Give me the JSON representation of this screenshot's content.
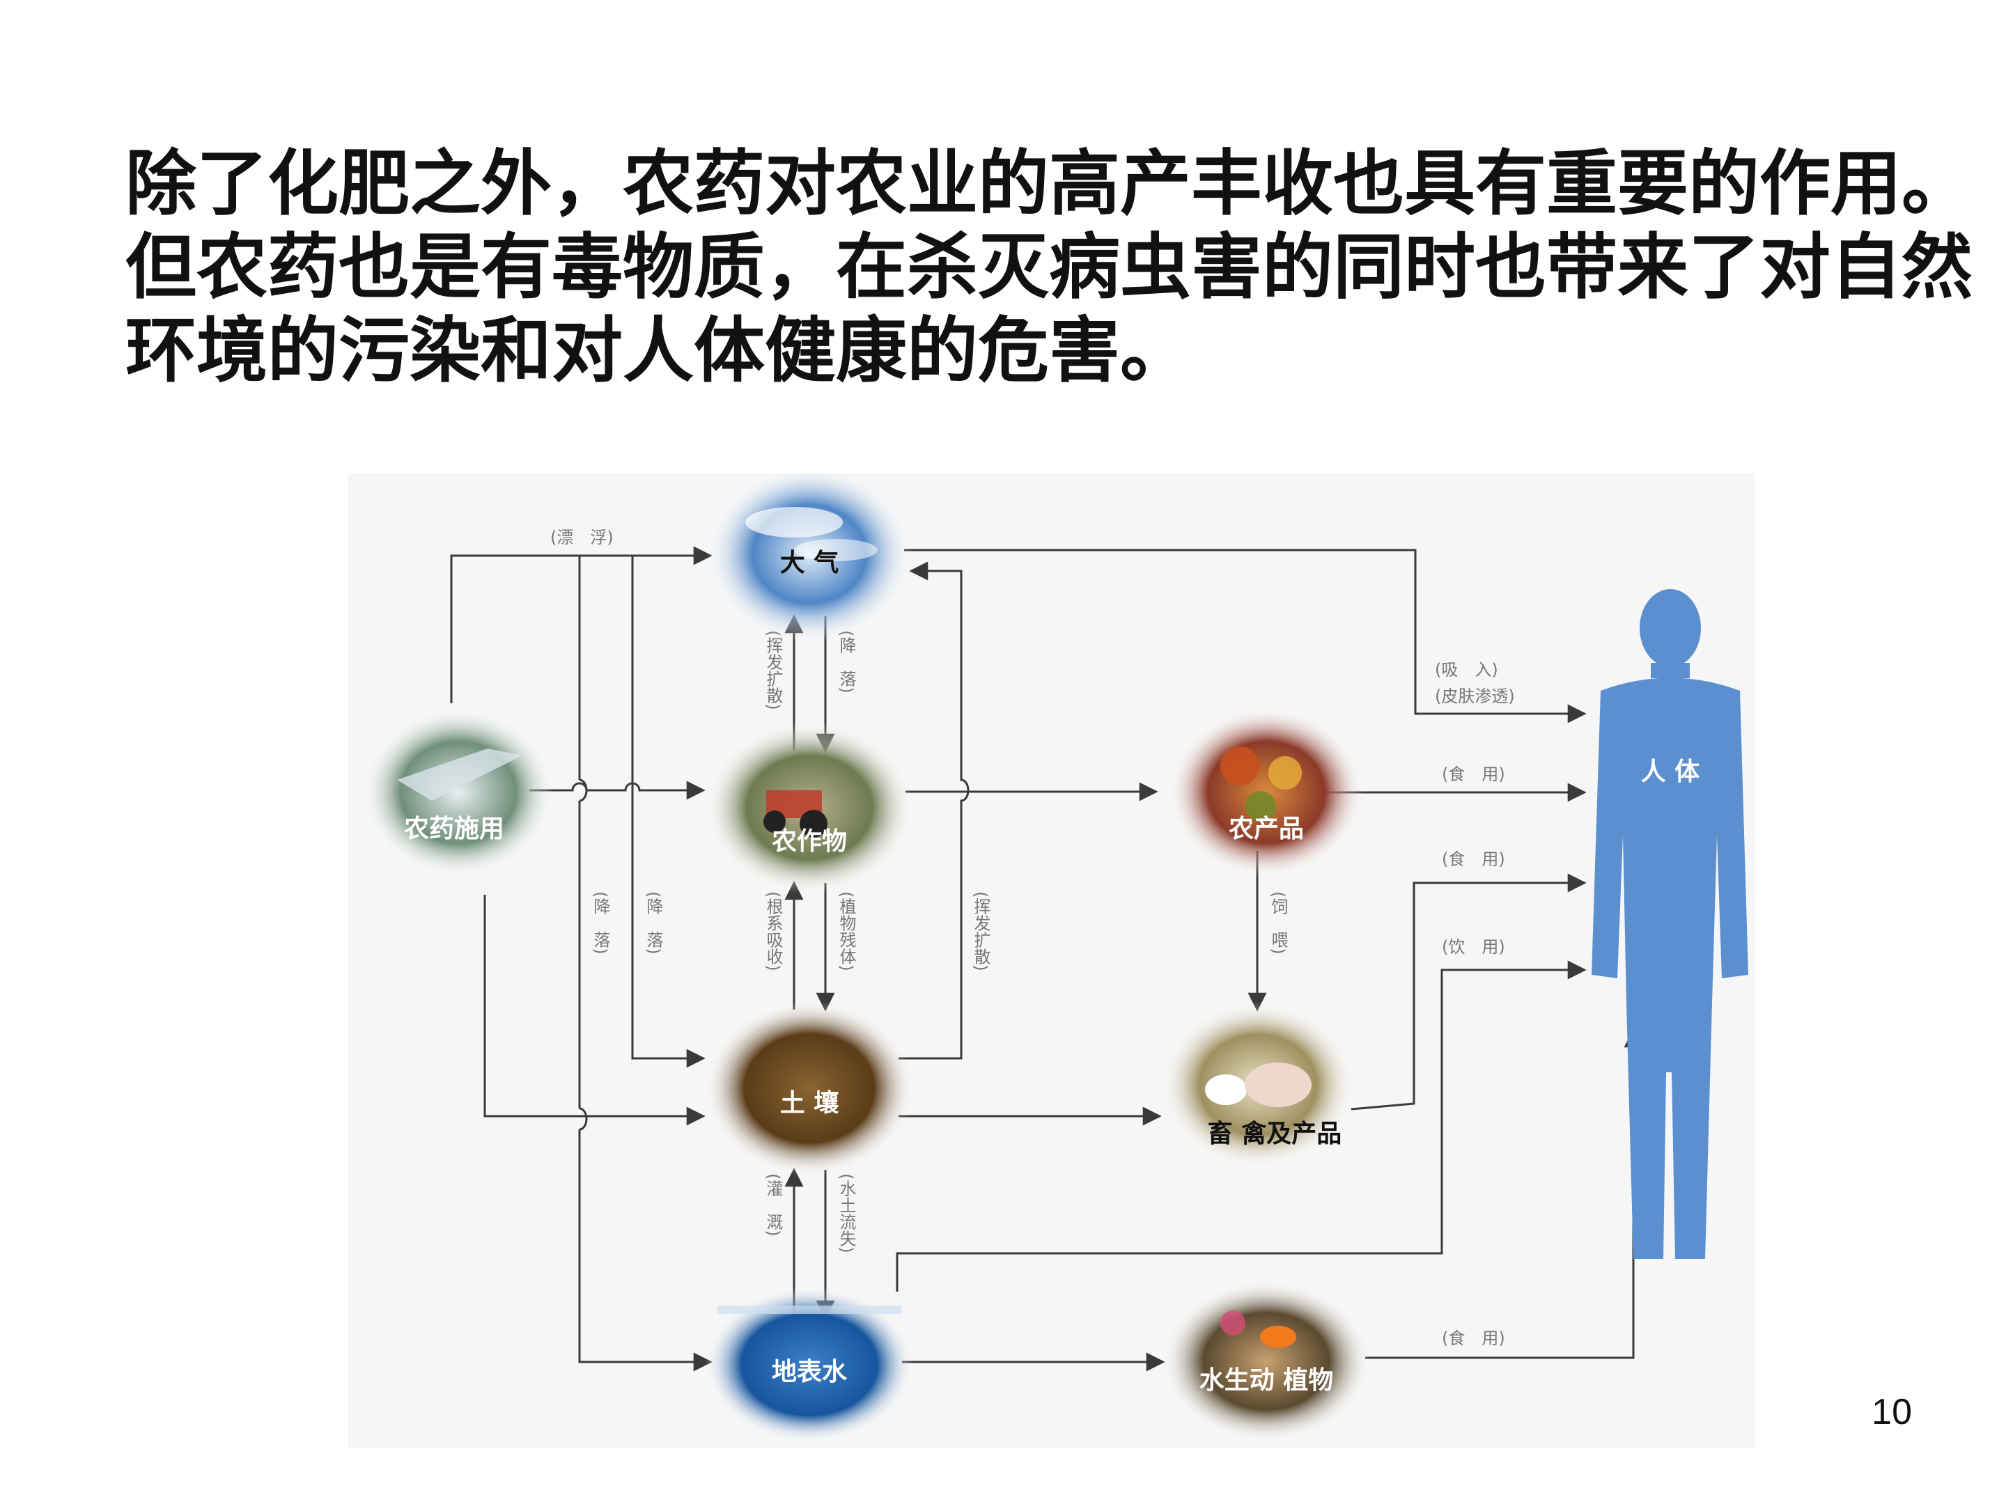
{
  "paragraph": {
    "line1": "除了化肥之外，农药对农业的高产丰收也具有重要的作用。",
    "line2": "但农药也是有毒物质，在杀灭病虫害的同时也带来了对自然",
    "line3": "环境的污染和对人体健康的危害。"
  },
  "diagram": {
    "nodes": {
      "atmosphere": "大 气",
      "pesticide_use": "农药施用",
      "crops": "农作物",
      "soil": "土 壤",
      "surface_water": "地表水",
      "agri_products": "农产品",
      "livestock": "畜 禽及产品",
      "aquatic": "水生动 植物",
      "human": "人 体"
    },
    "edge_labels": {
      "drift": "(漂　浮)",
      "volatilize_diffuse": "(挥发扩散)",
      "fall_down": "(降　落)",
      "inhale": "(吸　入)",
      "skin_penetrate": "(皮肤渗透)",
      "eat_1": "(食　用)",
      "eat_2": "(食　用)",
      "drink": "(饮　用)",
      "eat_3": "(食　用)",
      "fall_left_1": "(降　落)",
      "fall_left_2": "(降　落)",
      "root_absorb": "(根系吸收)",
      "plant_residue": "(植物残体)",
      "volatilize_right": "(挥发扩散)",
      "feed": "(饲　喂)",
      "irrigate": "(灌　溉)",
      "soil_erosion": "(水土流失)"
    },
    "colors": {
      "line": "#3a3a3a",
      "human": "#5b8fd0",
      "sky": "#4f86c6",
      "water": "#1f5fa8",
      "soil": "#6b4a22",
      "crops": "#7d8a5c",
      "produce": "#b0542e",
      "livestock": "#c7b98f",
      "aquatic": "#7a5a3a",
      "spray": "#9fb8a6"
    }
  },
  "page_number": "10"
}
